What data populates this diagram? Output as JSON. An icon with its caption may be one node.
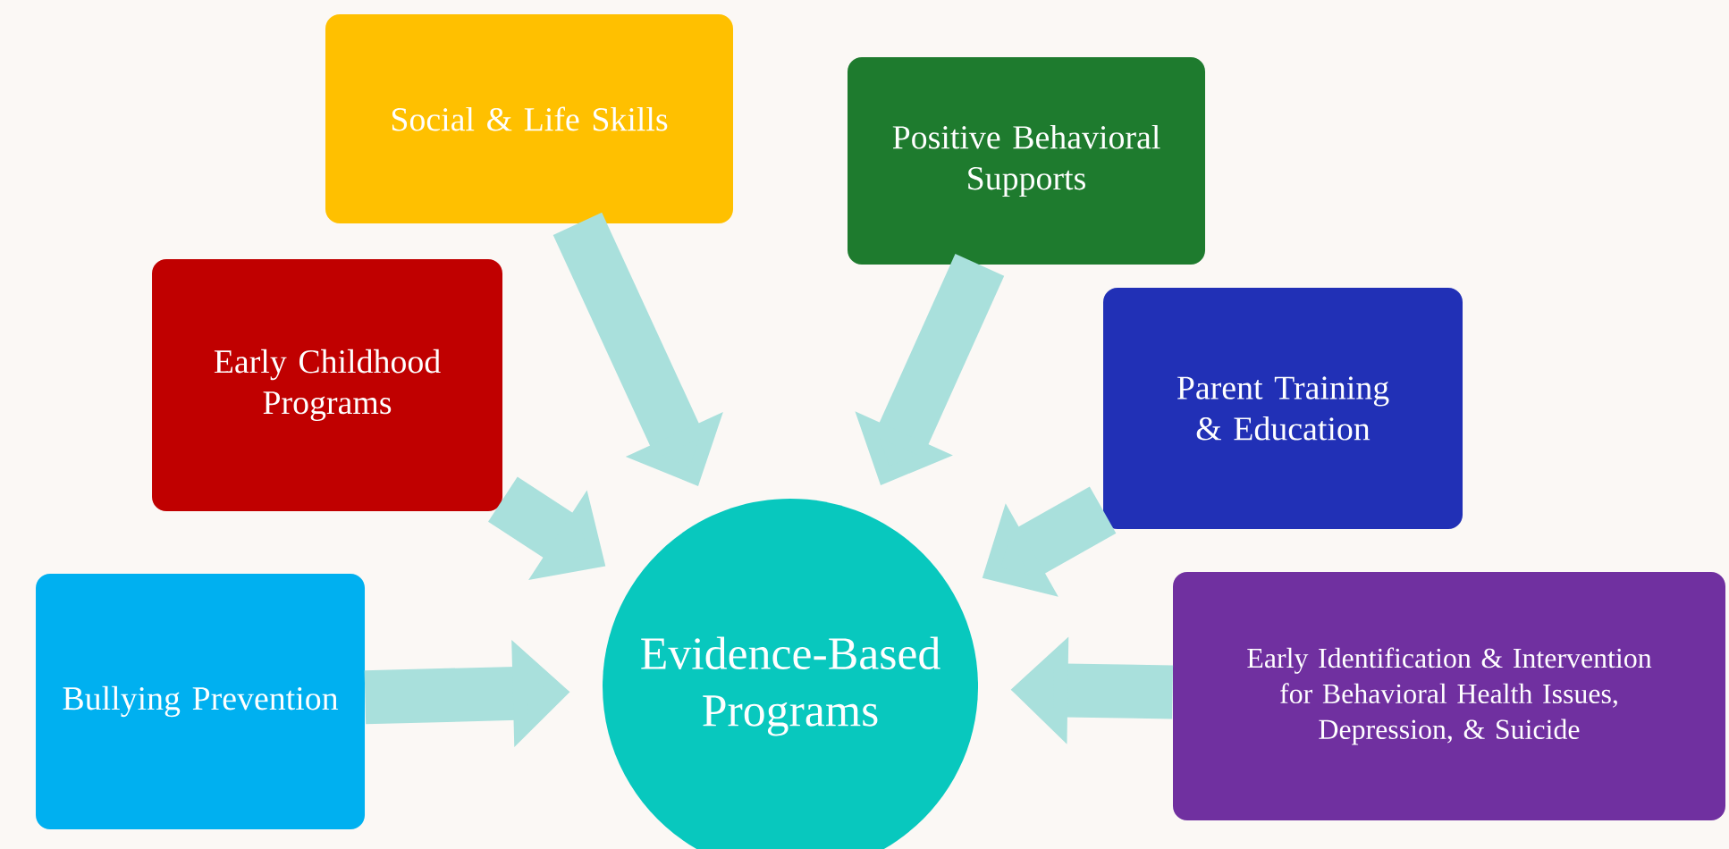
{
  "diagram": {
    "nodes": [
      {
        "text": [
          "Social & Life Skills"
        ]
      },
      {
        "text": [
          "Positive Behavioral Supports"
        ]
      },
      {
        "text": [
          "Early Childhood Programs"
        ]
      },
      {
        "text": [
          "Parent Training & Education"
        ]
      },
      {
        "text": [
          "Bullying Prevention"
        ]
      },
      {
        "text": [
          "Early Identification & Intervention for Behavioral Health Issues, Depression, & Suicide"
        ]
      },
      {
        "text": [
          "Evidence-Based Programs"
        ]
      }
    ],
    "edges": [
      {
        "from": 0,
        "to": 6,
        "arrow": "to"
      },
      {
        "from": 1,
        "to": 6,
        "arrow": "to"
      },
      {
        "from": 2,
        "to": 6,
        "arrow": "to"
      },
      {
        "from": 3,
        "to": 6,
        "arrow": "to"
      },
      {
        "from": 4,
        "to": 6,
        "arrow": "to"
      },
      {
        "from": 5,
        "to": 6,
        "arrow": "to"
      }
    ]
  }
}
